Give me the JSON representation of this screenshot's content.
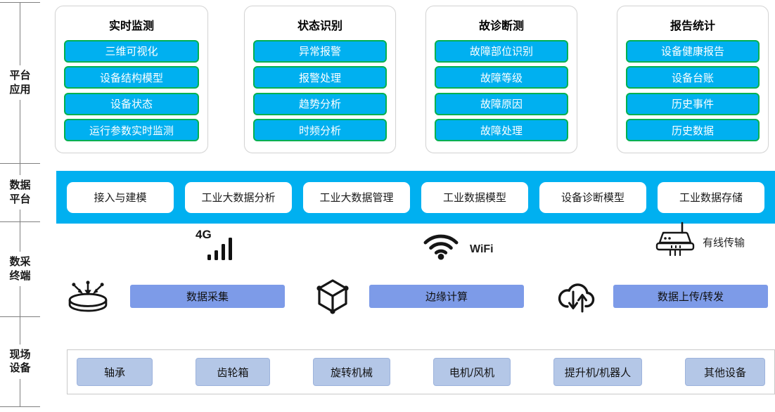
{
  "left_rail": {
    "sections": [
      {
        "label": "平台\n应用"
      },
      {
        "label": "数据\n平台"
      },
      {
        "label": "数采\n终端"
      },
      {
        "label": "现场\n设备"
      }
    ]
  },
  "app_groups": [
    {
      "title": "实时监测",
      "items": [
        "三维可视化",
        "设备结构模型",
        "设备状态",
        "运行参数实时监测"
      ]
    },
    {
      "title": "状态识别",
      "items": [
        "异常报警",
        "报警处理",
        "趋势分析",
        "时频分析"
      ]
    },
    {
      "title": "故诊断测",
      "items": [
        "故障部位识别",
        "故障等级",
        "故障原因",
        "故障处理"
      ]
    },
    {
      "title": "报告统计",
      "items": [
        "设备健康报告",
        "设备台账",
        "历史事件",
        "历史数据"
      ]
    }
  ],
  "data_platform": {
    "items": [
      "接入与建模",
      "工业大数据分析",
      "工业大数据管理",
      "工业数据模型",
      "设备诊断模型",
      "工业数据存储"
    ]
  },
  "terminal": {
    "links": [
      {
        "icon": "4g-signal-icon",
        "label": "4G"
      },
      {
        "icon": "wifi-icon",
        "label": "WiFi"
      },
      {
        "icon": "router-icon",
        "label": "有线传输"
      }
    ],
    "functions": [
      {
        "icon": "data-collection-icon",
        "label": "数据采集"
      },
      {
        "icon": "edge-computing-cube-icon",
        "label": "边缘计算"
      },
      {
        "icon": "cloud-transfer-icon",
        "label": "数据上传/转发"
      }
    ]
  },
  "field_devices": {
    "items": [
      "轴承",
      "齿轮箱",
      "旋转机械",
      "电机/风机",
      "提升机/机器人",
      "其他设备"
    ]
  },
  "colors": {
    "cyan": "#00B0F0",
    "green_border": "#00B050",
    "periwinkle": "#7D9BE8",
    "light_periwinkle": "#B4C7E7"
  }
}
